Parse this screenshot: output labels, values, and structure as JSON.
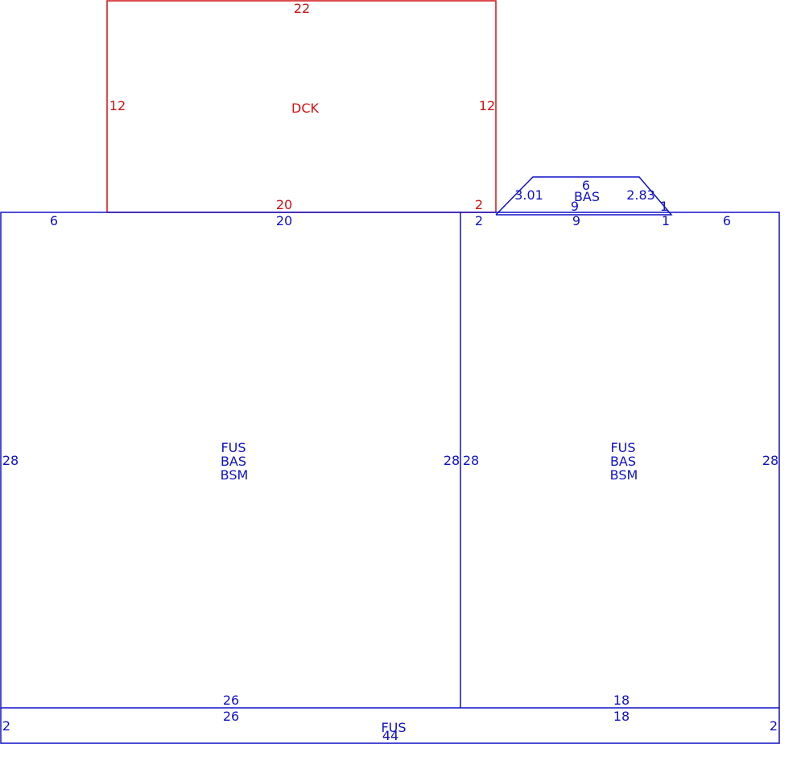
{
  "colors": {
    "deck": "#d01010",
    "building": "#1010c8",
    "background": "#ffffff"
  },
  "deck": {
    "name": "DCK",
    "top": "22",
    "left": "12",
    "right": "12",
    "bottom": "20",
    "bottom_right": "2"
  },
  "left_section": {
    "labels": [
      "FUS",
      "BAS",
      "BSM"
    ],
    "top_left": "6",
    "top": "20",
    "left": "28",
    "right": "28",
    "bottom": "26"
  },
  "right_section": {
    "labels": [
      "FUS",
      "BAS",
      "BSM"
    ],
    "top_left": "2",
    "top": "9",
    "top_step": "1",
    "top_right": "6",
    "left": "28",
    "right": "28",
    "bottom": "18"
  },
  "bay": {
    "name": "BAS",
    "top": "6",
    "left": "3.01",
    "right": "2.83",
    "right_small": "1",
    "bottom": "9"
  },
  "footer_strip": {
    "name": "FUS",
    "top_left": "26",
    "top_right": "18",
    "left": "2",
    "right": "2",
    "bottom": "44"
  }
}
